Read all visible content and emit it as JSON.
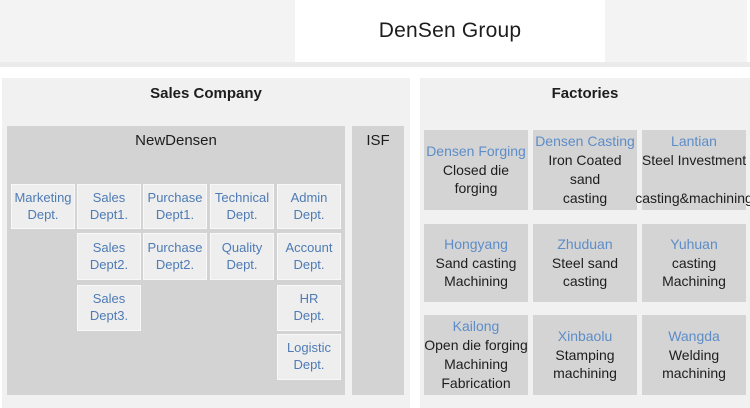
{
  "header": {
    "title": "DenSen Group"
  },
  "sales_company": {
    "title": "Sales Company",
    "parent_company_label": "NewDensen",
    "sister_company_label": "ISF",
    "departments": [
      {
        "label": "Marketing\nDept.",
        "row": 0,
        "col": 0
      },
      {
        "label": "Sales\nDept1.",
        "row": 0,
        "col": 1
      },
      {
        "label": "Purchase\nDept1.",
        "row": 0,
        "col": 2
      },
      {
        "label": "Technical\nDept.",
        "row": 0,
        "col": 3
      },
      {
        "label": "Admin\nDept.",
        "row": 0,
        "col": 4
      },
      {
        "label": "Sales\nDept2.",
        "row": 1,
        "col": 1
      },
      {
        "label": "Purchase\nDept2.",
        "row": 1,
        "col": 2
      },
      {
        "label": "Quality\nDept.",
        "row": 1,
        "col": 3
      },
      {
        "label": "Account\nDept.",
        "row": 1,
        "col": 4
      },
      {
        "label": "Sales\nDept3.",
        "row": 2,
        "col": 1
      },
      {
        "label": "HR\nDept.",
        "row": 2,
        "col": 4
      },
      {
        "label": "Logistic\nDept.",
        "row": 3,
        "col": 4
      }
    ]
  },
  "factories": {
    "title": "Factories",
    "items": [
      {
        "name": "Densen Forging",
        "description": "Closed die forging",
        "row": 0,
        "col": 0
      },
      {
        "name": "Densen Casting",
        "description": "Iron Coated sand\ncasting",
        "row": 0,
        "col": 1
      },
      {
        "name": "Lantian",
        "description": "Steel Investment\n\ncasting&machining",
        "row": 0,
        "col": 2
      },
      {
        "name": "Hongyang",
        "description": "Sand casting\nMachining",
        "row": 1,
        "col": 0
      },
      {
        "name": "Zhuduan",
        "description": "Steel sand casting",
        "row": 1,
        "col": 1
      },
      {
        "name": "Yuhuan",
        "description": "casting\nMachining",
        "row": 1,
        "col": 2
      },
      {
        "name": "Kailong",
        "description": "Open die forging\nMachining\nFabrication",
        "row": 2,
        "col": 0
      },
      {
        "name": "Xinbaolu",
        "description": "Stamping\nmachining",
        "row": 2,
        "col": 1
      },
      {
        "name": "Wangda",
        "description": "Welding\nmachining",
        "row": 2,
        "col": 2
      }
    ]
  },
  "colors": {
    "department_text_blue": "#4e7bb4",
    "factory_name_blue": "#5d8dc8",
    "container_gray": "#d3d3d3",
    "panel_gray": "#f1f1f1",
    "header_gray": "#f3f3f3",
    "body_text": "#1d1d1d"
  }
}
